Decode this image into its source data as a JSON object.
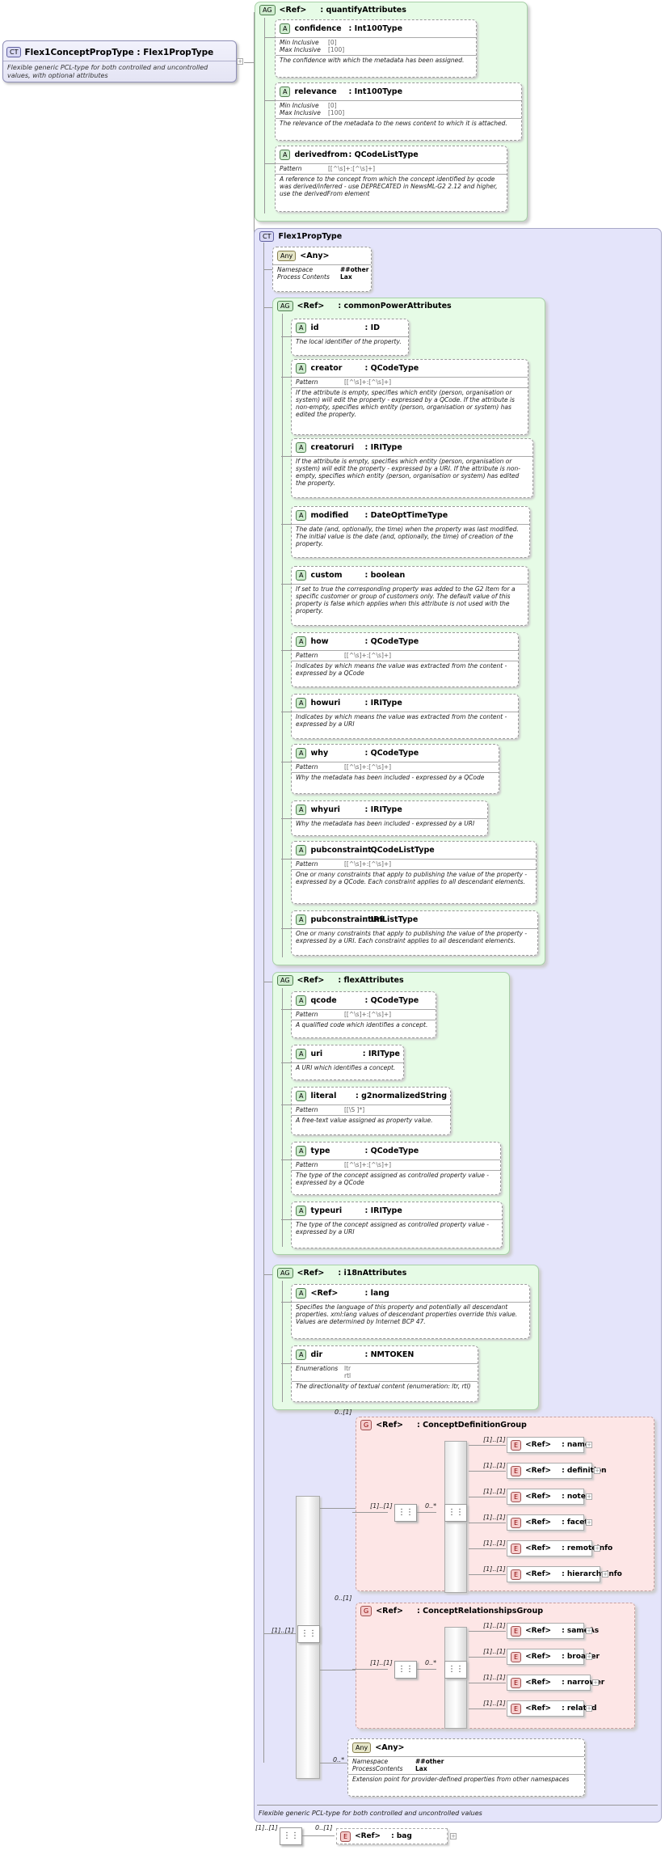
{
  "root": {
    "tag": "CT",
    "title": "Flex1ConceptPropType : Flex1PropType",
    "doc": "Flexible generic PCL-type for both controlled and uncontrolled values, with optional attributes"
  },
  "quantify": {
    "tag": "AG",
    "ref": "<Ref>",
    "name": ": quantifyAttributes",
    "attrs": [
      {
        "name": "confidence",
        "type": ": Int100Type",
        "rows": [
          [
            "Min Inclusive",
            "[0]"
          ],
          [
            "Max Inclusive",
            "[100]"
          ]
        ],
        "doc": "The confidence with which the metadata has been assigned."
      },
      {
        "name": "relevance",
        "type": ": Int100Type",
        "rows": [
          [
            "Min Inclusive",
            "[0]"
          ],
          [
            "Max Inclusive",
            "[100]"
          ]
        ],
        "doc": "The relevance of the metadata to the news content to which it is attached."
      },
      {
        "name": "derivedfrom",
        "type": ": QCodeListType",
        "rows": [
          [
            "Pattern",
            "[[^\\s]+:[^\\s]+]"
          ]
        ],
        "doc": "A reference to the concept from which the concept identified by qcode was derived/inferred - use DEPRECATED in NewsML-G2 2.12 and higher, use the derivedFrom element"
      }
    ]
  },
  "flex1": {
    "tag": "CT",
    "title": "Flex1PropType",
    "doc": "Flexible generic PCL-type for both controlled and uncontrolled values"
  },
  "any1": {
    "tag": "Any",
    "name": "<Any>",
    "rows": [
      [
        "Namespace",
        "##other"
      ],
      [
        "Process Contents",
        "Lax"
      ]
    ]
  },
  "common": {
    "tag": "AG",
    "ref": "<Ref>",
    "name": ": commonPowerAttributes",
    "attrs": [
      {
        "name": "id",
        "type": ": ID",
        "rows": [],
        "doc": "The local identifier of the property."
      },
      {
        "name": "creator",
        "type": ": QCodeType",
        "rows": [
          [
            "Pattern",
            "[[^\\s]+:[^\\s]+]"
          ]
        ],
        "doc": "If the attribute is empty, specifies which entity (person, organisation or system) will edit the property - expressed by a QCode. If the attribute is non-empty, specifies which entity (person, organisation or system) has edited the property."
      },
      {
        "name": "creatoruri",
        "type": ": IRIType",
        "rows": [],
        "doc": "If the attribute is empty, specifies which entity (person, organisation or system) will edit the property - expressed by a URI. If the attribute is non-empty, specifies which entity (person, organisation or system) has edited the property."
      },
      {
        "name": "modified",
        "type": ": DateOptTimeType",
        "rows": [],
        "doc": "The date (and, optionally, the time) when the property was last modified. The initial value is the date (and, optionally, the time) of creation of the property."
      },
      {
        "name": "custom",
        "type": ": boolean",
        "rows": [],
        "doc": "If set to true the corresponding property was added to the G2 Item for a specific customer or group of customers only. The default value of this property is false which applies when this attribute is not used with the property."
      },
      {
        "name": "how",
        "type": ": QCodeType",
        "rows": [
          [
            "Pattern",
            "[[^\\s]+:[^\\s]+]"
          ]
        ],
        "doc": "Indicates by which means the value was extracted from the content - expressed by a QCode"
      },
      {
        "name": "howuri",
        "type": ": IRIType",
        "rows": [],
        "doc": "Indicates by which means the value was extracted from the content - expressed by a URI"
      },
      {
        "name": "why",
        "type": ": QCodeType",
        "rows": [
          [
            "Pattern",
            "[[^\\s]+:[^\\s]+]"
          ]
        ],
        "doc": "Why the metadata has been included - expressed by a QCode"
      },
      {
        "name": "whyuri",
        "type": ": IRIType",
        "rows": [],
        "doc": "Why the metadata has been included - expressed by a URI"
      },
      {
        "name": "pubconstraint",
        "type": ": QCodeListType",
        "rows": [
          [
            "Pattern",
            "[[^\\s]+:[^\\s]+]"
          ]
        ],
        "doc": "One or many constraints that apply to publishing the value of the property - expressed by a QCode. Each constraint applies to all descendant elements."
      },
      {
        "name": "pubconstrainturi",
        "type": ": IRIListType",
        "rows": [],
        "doc": "One or many constraints that apply to publishing the value of the property - expressed by a URI. Each constraint applies to all descendant elements."
      }
    ]
  },
  "flexattrs": {
    "tag": "AG",
    "ref": "<Ref>",
    "name": ": flexAttributes",
    "attrs": [
      {
        "name": "qcode",
        "type": ": QCodeType",
        "rows": [
          [
            "Pattern",
            "[[^\\s]+:[^\\s]+]"
          ]
        ],
        "doc": "A qualified code which identifies a concept."
      },
      {
        "name": "uri",
        "type": ": IRIType",
        "rows": [],
        "doc": "A URI which identifies a concept."
      },
      {
        "name": "literal",
        "type": ": g2normalizedString",
        "rows": [
          [
            "Pattern",
            "[[\\S ]*]"
          ]
        ],
        "doc": "A free-text value assigned as property value."
      },
      {
        "name": "type",
        "type": ": QCodeType",
        "rows": [
          [
            "Pattern",
            "[[^\\s]+:[^\\s]+]"
          ]
        ],
        "doc": "The type of the concept assigned as controlled property value - expressed by a QCode"
      },
      {
        "name": "typeuri",
        "type": ": IRIType",
        "rows": [],
        "doc": "The type of the concept assigned as controlled property value - expressed by a URI"
      }
    ]
  },
  "i18n": {
    "tag": "AG",
    "ref": "<Ref>",
    "name": ": i18nAttributes",
    "attrs": [
      {
        "name": "<Ref>",
        "type": ": lang",
        "rows": [],
        "doc": "Specifies the language of this property and potentially all descendant properties. xml:lang values of descendant properties override this value. Values are determined by Internet BCP 47."
      },
      {
        "name": "dir",
        "type": ": NMTOKEN",
        "rows": [
          [
            "Enumerations",
            "ltr"
          ],
          [
            "",
            "rtl"
          ]
        ],
        "doc": "The directionality of textual content (enumeration: ltr, rtl)"
      }
    ]
  },
  "defgroup": {
    "tag": "G",
    "ref": "<Ref>",
    "name": ": ConceptDefinitionGroup",
    "card": "0..[1]",
    "inner_card": "[1]..[1]",
    "seq_card": "0..*",
    "elements": [
      {
        "ref": "<Ref>",
        "name": ": name",
        "card": "[1]..[1]"
      },
      {
        "ref": "<Ref>",
        "name": ": definition",
        "card": "[1]..[1]"
      },
      {
        "ref": "<Ref>",
        "name": ": note",
        "card": "[1]..[1]"
      },
      {
        "ref": "<Ref>",
        "name": ": facet",
        "card": "[1]..[1]"
      },
      {
        "ref": "<Ref>",
        "name": ": remoteInfo",
        "card": "[1]..[1]"
      },
      {
        "ref": "<Ref>",
        "name": ": hierarchyInfo",
        "card": "[1]..[1]"
      }
    ]
  },
  "relgroup": {
    "tag": "G",
    "ref": "<Ref>",
    "name": ": ConceptRelationshipsGroup",
    "card": "0..[1]",
    "inner_card": "[1]..[1]",
    "seq_card": "0..*",
    "elements": [
      {
        "ref": "<Ref>",
        "name": ": sameAs",
        "card": "[1]..[1]"
      },
      {
        "ref": "<Ref>",
        "name": ": broader",
        "card": "[1]..[1]"
      },
      {
        "ref": "<Ref>",
        "name": ": narrower",
        "card": "[1]..[1]"
      },
      {
        "ref": "<Ref>",
        "name": ": related",
        "card": "[1]..[1]"
      }
    ]
  },
  "any2": {
    "tag": "Any",
    "name": "<Any>",
    "card": "0..*",
    "rows": [
      [
        "Namespace",
        "##other"
      ],
      [
        "ProcessContents",
        "Lax"
      ]
    ],
    "doc": "Extension point for provider-defined properties from other namespaces"
  },
  "main_seq_card": "[1]..[1]",
  "bag": {
    "seq_card": "[1]..[1]",
    "card": "0..[1]",
    "tag": "E",
    "ref": "<Ref>",
    "name": ": bag"
  },
  "symbols": {
    "sequence": "⋮⋮",
    "plus": "+"
  }
}
